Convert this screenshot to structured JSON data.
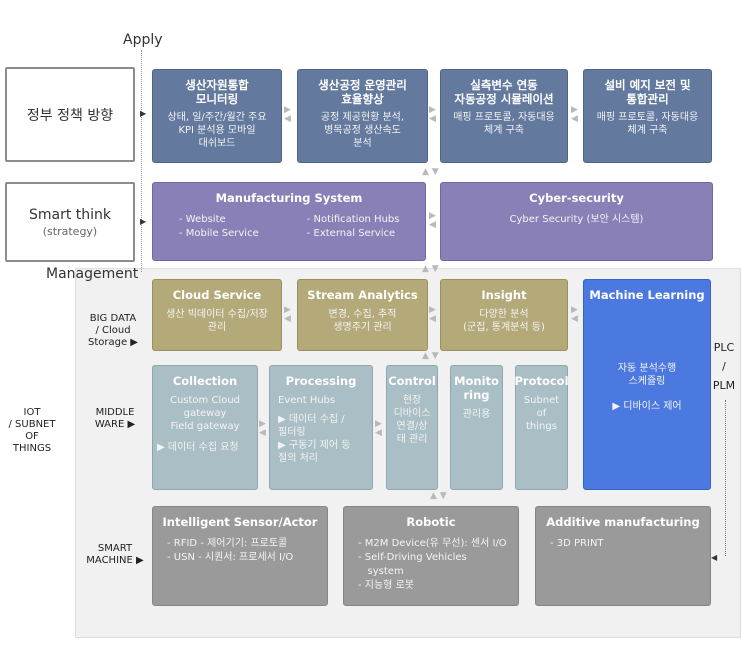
{
  "labels": {
    "apply": "Apply",
    "management": "Management"
  },
  "policy": {
    "text": "정부 정책 방향"
  },
  "smart_think": {
    "title": "Smart think",
    "sub": "(strategy)"
  },
  "apply_boxes": [
    {
      "title": "생산자원통합\n모니터링",
      "desc": "상태, 일/주간/월간 주요\nKPI 분석용 모바일\n대쉬보드"
    },
    {
      "title": "생산공정 운영관리\n효율향상",
      "desc": "공정 제공현황 분석,\n병목공정 생산속도\n분석"
    },
    {
      "title": "실측변수 연동\n자동공정 시뮬레이션",
      "desc": "매핑 프로토콜, 자동대응\n체계 구축"
    },
    {
      "title": "설비 예지 보전 및\n통합관리",
      "desc": "매핑 프로토콜, 자동대응\n체계 구축"
    }
  ],
  "manufacturing": {
    "title": "Manufacturing System",
    "items": [
      "- Website",
      "- Mobile Service",
      "- Notification Hubs",
      "- External Service"
    ]
  },
  "cyber": {
    "title": "Cyber-security",
    "desc": "Cyber Security (보안 시스템)"
  },
  "row_labels": {
    "bigdata": "BIG DATA\n/ Cloud\nStorage",
    "iot": "IOT\n/ SUBNET OF\nTHINGS",
    "middleware": "MIDDLE\nWARE",
    "smart_machine": "SMART\nMACHINE",
    "plc": "PLC\n/\nPLM"
  },
  "bigdata_boxes": [
    {
      "title": "Cloud Service",
      "desc": "생산 빅데이터 수집/저장\n관리"
    },
    {
      "title": "Stream Analytics",
      "desc": "변경, 수집, 추적\n생명주기 관리"
    },
    {
      "title": "Insight",
      "desc": "다양한 분석\n(군집, 통계분석 등)"
    }
  ],
  "ml": {
    "title": "Machine Learning",
    "desc": "자동 분석수행\n스케쥴링",
    "bullet": "▶ 디바이스 제어"
  },
  "middleware_boxes": [
    {
      "title": "Collection",
      "desc": "Custom Cloud\ngateway\nField gateway",
      "bullet": "▶ 데이터 수집 요청"
    },
    {
      "title": "Processing",
      "desc": "Event Hubs",
      "bullet": "▶ 데이터 수집 /\n필터링\n▶ 구동기 제어 등\n절의 처리"
    },
    {
      "title": "Control",
      "desc": "현장\n디바이스\n연결/상\n태 관리"
    },
    {
      "title": "Monito\nring",
      "desc": "관리용"
    },
    {
      "title": "Protocol",
      "desc": "Subnet\nof\nthings"
    }
  ],
  "machine_boxes": [
    {
      "title": "Intelligent Sensor/Actor",
      "items": [
        "- RFID  - 제어기기: 프로토콜",
        "- USN  - 시퀀서: 프로세서 I/O"
      ]
    },
    {
      "title": "Robotic",
      "items": [
        "- M2M Device(유 무선): 센서 I/O",
        "- Self-Driving Vehicles",
        "   system",
        "- 지능형 로봇"
      ]
    },
    {
      "title": "Additive manufacturing",
      "items": [
        "- 3D PRINT"
      ]
    }
  ]
}
